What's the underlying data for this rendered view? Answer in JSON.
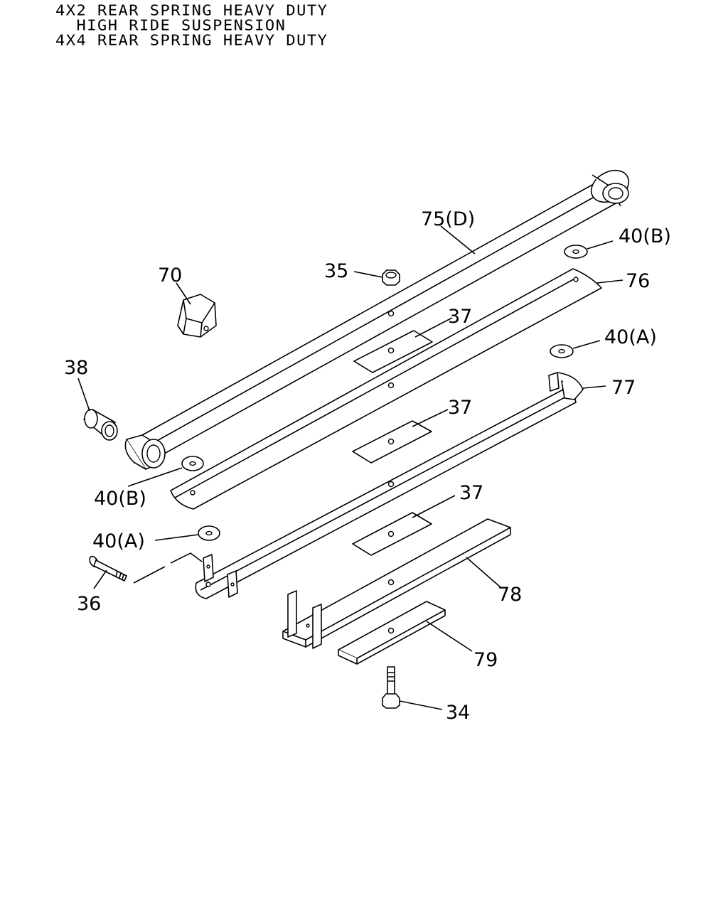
{
  "header": {
    "line1": "4X2 REAR SPRING HEAVY DUTY",
    "line2": "  HIGH RIDE SUSPENSION",
    "line3": "4X4 REAR SPRING HEAVY DUTY"
  },
  "callouts": {
    "c75": "75(D)",
    "c40b_top": "40(B)",
    "c35": "35",
    "c76": "76",
    "c70": "70",
    "c37_top": "37",
    "c40a_top": "40(A)",
    "c38": "38",
    "c77": "77",
    "c37_mid": "37",
    "c40b_bottom": "40(B)",
    "c37_bottom": "37",
    "c40a_bottom": "40(A)",
    "c36": "36",
    "c78": "78",
    "c79": "79",
    "c34": "34"
  }
}
